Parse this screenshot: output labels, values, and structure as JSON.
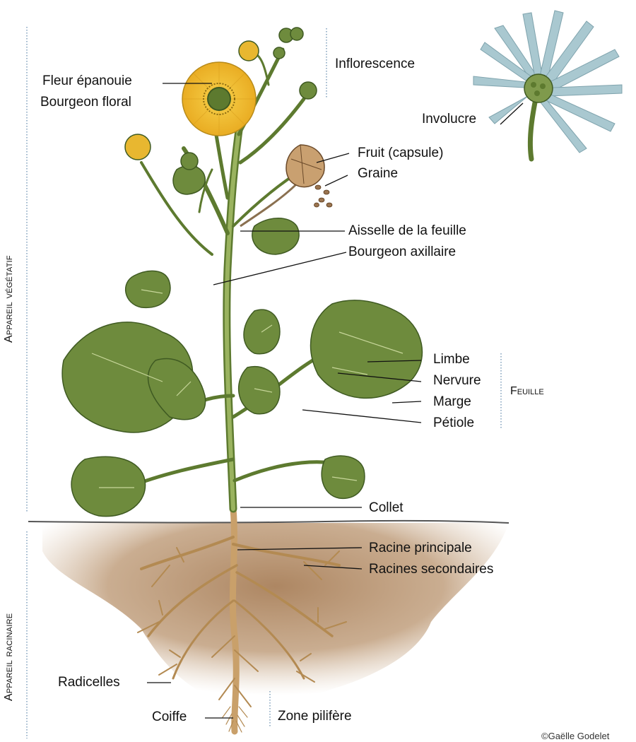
{
  "labels": {
    "fleur_epanouie": "Fleur épanouie",
    "bourgeon_floral": "Bourgeon floral",
    "inflorescence": "Inflorescence",
    "involucre": "Involucre",
    "fruit_capsule": "Fruit (capsule)",
    "graine": "Graine",
    "aisselle": "Aisselle de la feuille",
    "bourgeon_axillaire": "Bourgeon axillaire",
    "limbe": "Limbe",
    "nervure": "Nervure",
    "marge": "Marge",
    "petiole": "Pétiole",
    "feuille": "Feuille",
    "collet": "Collet",
    "racine_principale": "Racine principale",
    "racines_secondaires": "Racines secondaires",
    "radicelles": "Radicelles",
    "zone_pilifere": "Zone pilifère",
    "coiffe": "Coiffe"
  },
  "sections": {
    "appareil_vegetatif": "Appareil végétatif",
    "appareil_racinaire": "Appareil racinaire"
  },
  "credit": "©Gaëlle Godelet",
  "colors": {
    "leaf": "#6e8b3d",
    "leaf_dark": "#4f6b2a",
    "stem": "#7f9a4c",
    "petal": "#f2c230",
    "soil": "#a9805a",
    "root": "#c9a06a",
    "involucre_petal": "#a9c8d0",
    "guide": "#6a8fb0"
  }
}
